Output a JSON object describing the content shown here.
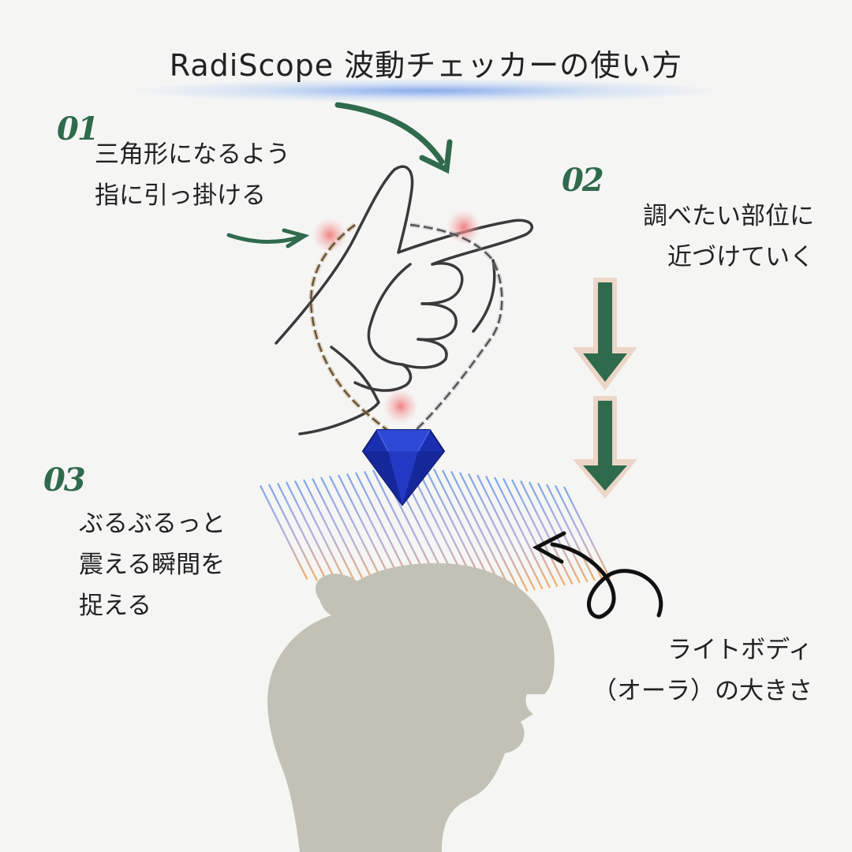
{
  "title": "RadiScope 波動チェッカーの使い方",
  "steps": [
    {
      "num": "01",
      "lines": [
        "三角形になるよう",
        "指に引っ掛ける"
      ]
    },
    {
      "num": "02",
      "lines": [
        "調べたい部位に",
        "近づけていく"
      ]
    },
    {
      "num": "03",
      "lines": [
        "ぶるぶるっと",
        "震える瞬間を",
        "捉える"
      ]
    }
  ],
  "aura_label": {
    "lines": [
      "ライトボディ",
      "（オーラ）の大きさ"
    ]
  },
  "colors": {
    "accent_green": "#2f6a4c",
    "gem_blue": "#1a2fb0",
    "silhouette": "#c2c1b5",
    "touch_points": "#f4a6a6",
    "background": "#f5f5f4"
  },
  "icons": [
    "hand-icon",
    "chain-icon",
    "gem-pendant-icon",
    "head-silhouette-icon",
    "curved-arrow-icon",
    "down-arrow-icon"
  ]
}
